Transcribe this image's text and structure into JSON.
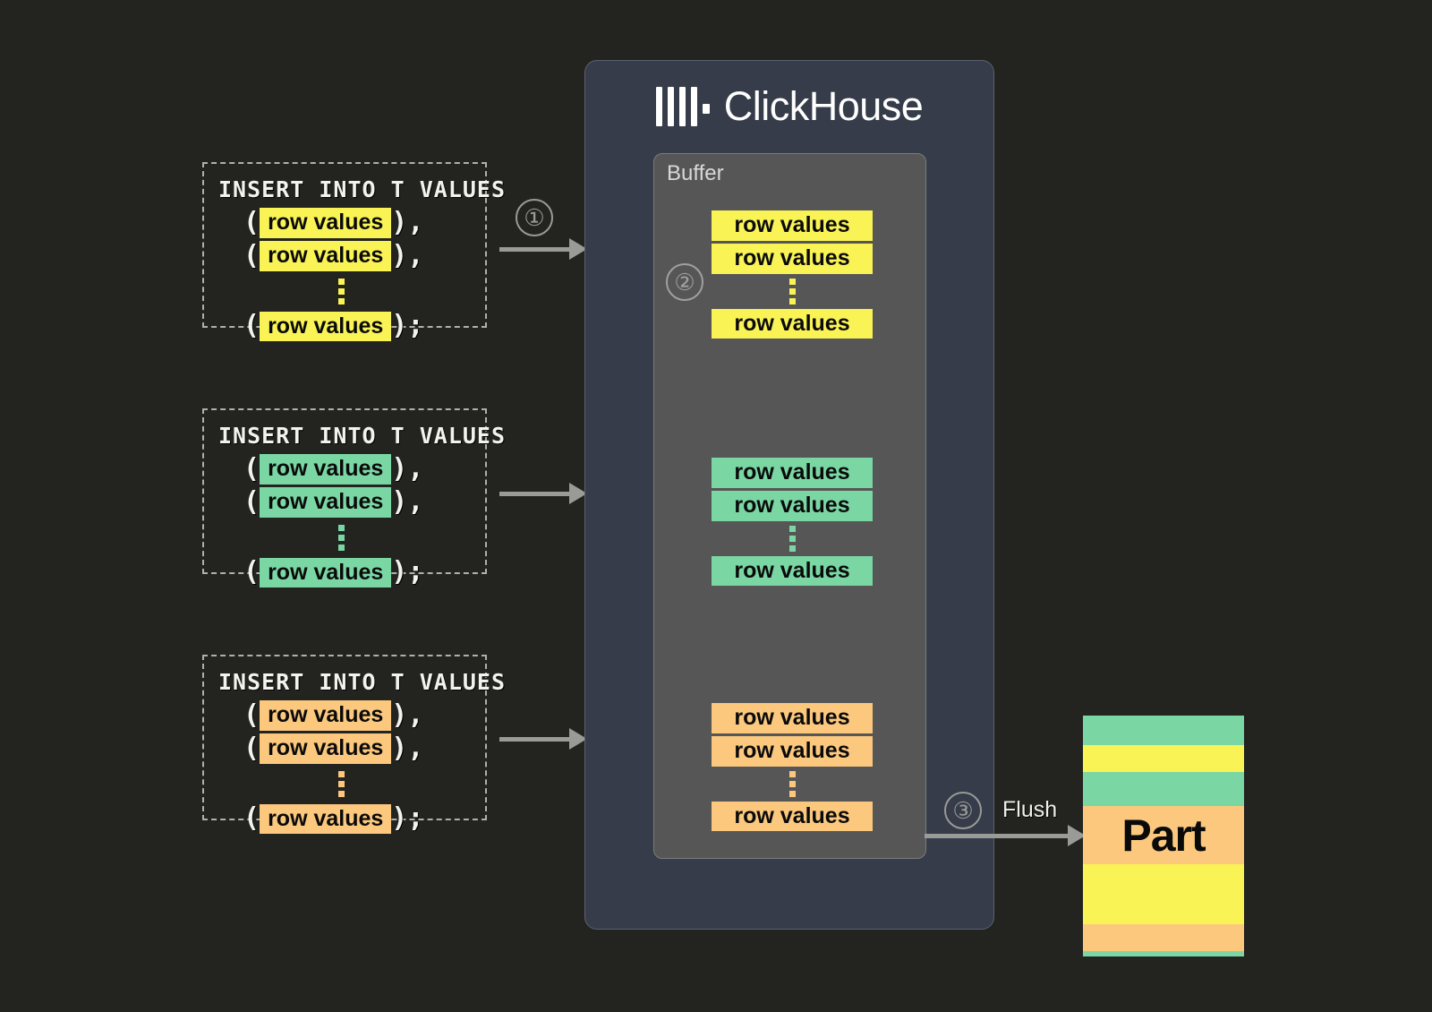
{
  "background_color": "#232320",
  "palette": {
    "yellow": "#f9f356",
    "green": "#7ad7a4",
    "orange": "#fbc87e",
    "panel": "#363c49",
    "buffer": "#565656",
    "arrow": "#9a9a97",
    "text": "#f2f2ef"
  },
  "clickhouse": {
    "logo_icon": "clickhouse-bars-logo",
    "name": "ClickHouse",
    "buffer": {
      "label": "Buffer",
      "step_number": "②",
      "groups": [
        {
          "color": "yellow",
          "rows": [
            "row values",
            "row values",
            "row values"
          ],
          "dots_after_index": 1
        },
        {
          "color": "green",
          "rows": [
            "row values",
            "row values",
            "row values"
          ],
          "dots_after_index": 1
        },
        {
          "color": "orange",
          "rows": [
            "row values",
            "row values",
            "row values"
          ],
          "dots_after_index": 1
        }
      ]
    }
  },
  "inserts": [
    {
      "color": "yellow",
      "statement": "INSERT INTO T VALUES",
      "rows": [
        {
          "open": "(",
          "label": "row values",
          "close": "),"
        },
        {
          "open": "(",
          "label": "row values",
          "close": "),"
        },
        {
          "open": "(",
          "label": "row values",
          "close": ");"
        }
      ],
      "dots_after_index": 1
    },
    {
      "color": "green",
      "statement": "INSERT INTO T VALUES",
      "rows": [
        {
          "open": "(",
          "label": "row values",
          "close": "),"
        },
        {
          "open": "(",
          "label": "row values",
          "close": "),"
        },
        {
          "open": "(",
          "label": "row values",
          "close": ");"
        }
      ],
      "dots_after_index": 1
    },
    {
      "color": "orange",
      "statement": "INSERT INTO T VALUES",
      "rows": [
        {
          "open": "(",
          "label": "row values",
          "close": "),"
        },
        {
          "open": "(",
          "label": "row values",
          "close": "),"
        },
        {
          "open": "(",
          "label": "row values",
          "close": ");"
        }
      ],
      "dots_after_index": 1
    }
  ],
  "steps": {
    "one": "①",
    "two": "②",
    "three": "③"
  },
  "flush": {
    "label": "Flush"
  },
  "part": {
    "label": "Part",
    "stripes": [
      {
        "color": "green",
        "height": 33
      },
      {
        "color": "yellow",
        "height": 30
      },
      {
        "color": "green",
        "height": 38
      },
      {
        "color": "orange",
        "height": 65,
        "label": true
      },
      {
        "color": "yellow",
        "height": 67
      },
      {
        "color": "orange",
        "height": 30
      },
      {
        "color": "green",
        "height": 6
      }
    ]
  }
}
